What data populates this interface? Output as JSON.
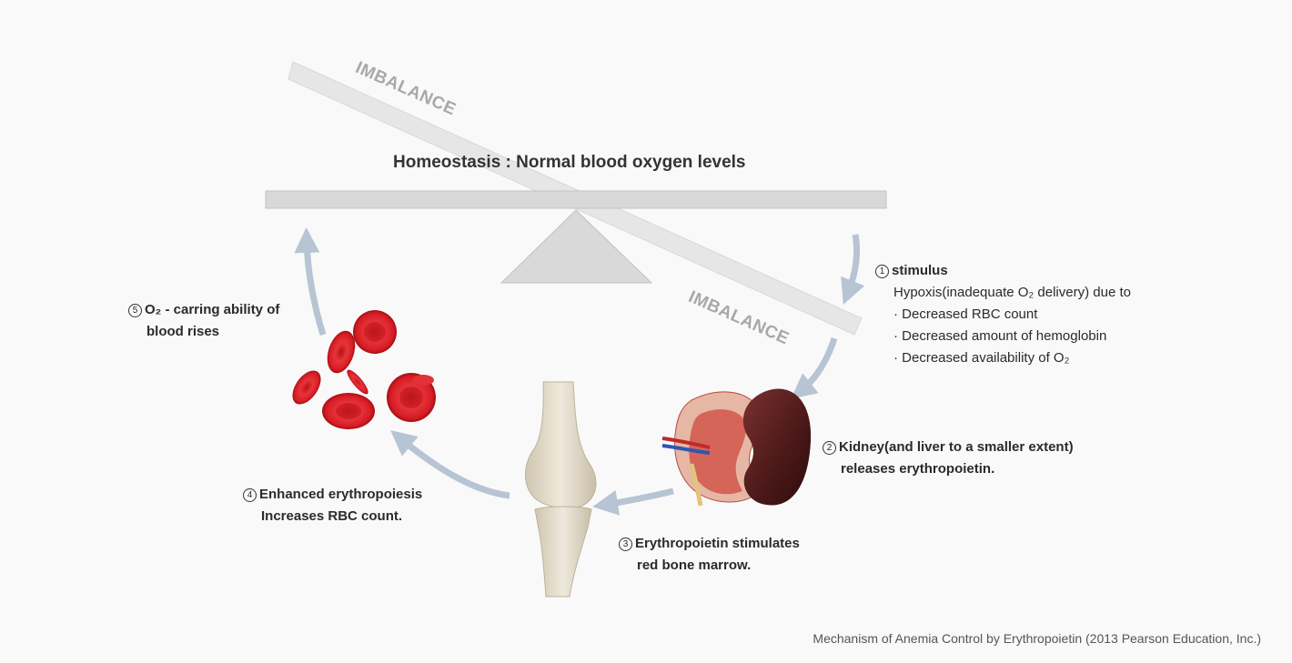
{
  "title": "Homeostasis : Normal blood oxygen levels",
  "imbalance_top": "IMBALANCE",
  "imbalance_bottom": "IMBALANCE",
  "steps": {
    "s1": {
      "num": "1",
      "head": "stimulus",
      "line": "Hypoxis(inadequate O₂ delivery) due to",
      "bullets": [
        "· Decreased RBC count",
        "· Decreased amount of hemoglobin",
        "· Decreased availability of O₂"
      ]
    },
    "s2": {
      "num": "2",
      "l1": "Kidney(and liver to a smaller extent)",
      "l2": "releases erythropoietin."
    },
    "s3": {
      "num": "3",
      "l1": "Erythropoietin stimulates",
      "l2": "red bone marrow."
    },
    "s4": {
      "num": "4",
      "l1": "Enhanced erythropoiesis",
      "l2": "Increases RBC count."
    },
    "s5": {
      "num": "5",
      "l1": "O₂ - carring ability of",
      "l2": "blood rises"
    }
  },
  "caption": "Mechanism of Anemia Control by Erythropoietin (2013 Pearson Education, Inc.)",
  "colors": {
    "arrow": "#b7c4d3",
    "beam": "#d6d6d6",
    "blood": "#e0202a",
    "kidney_dark": "#5a1f1f",
    "bone": "#e3dccb"
  }
}
